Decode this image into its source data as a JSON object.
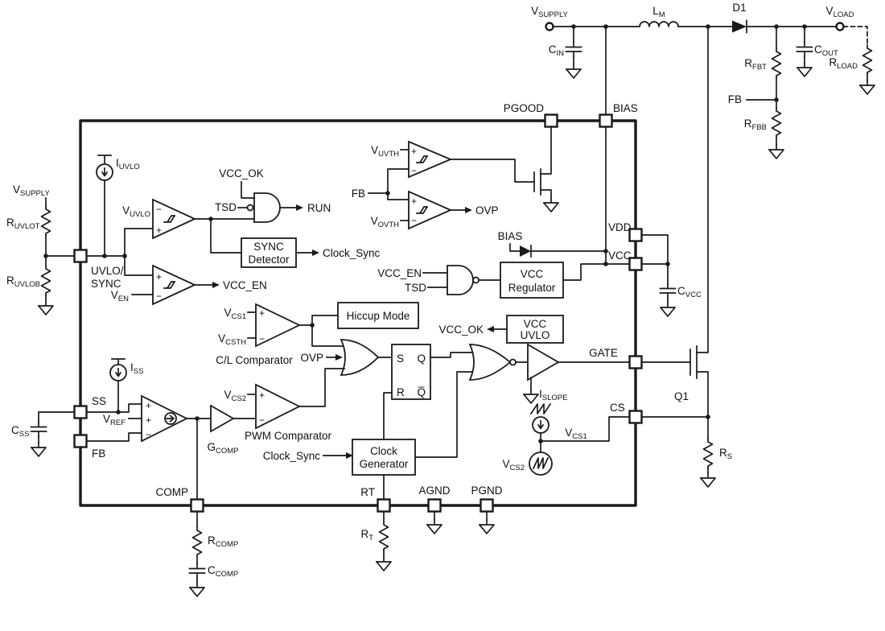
{
  "colors": {
    "line": "#1a1a1a",
    "background": "#ffffff"
  },
  "external": {
    "vsupply_top": {
      "t": "V",
      "s": "SUPPLY"
    },
    "lm": {
      "t": "L",
      "s": "M"
    },
    "d1": {
      "t": "D1"
    },
    "vload": {
      "t": "V",
      "s": "LOAD"
    },
    "cin": {
      "t": "C",
      "s": "IN"
    },
    "cout": {
      "t": "C",
      "s": "OUT"
    },
    "rfbt": {
      "t": "R",
      "s": "FBT"
    },
    "fb_node": {
      "t": "FB"
    },
    "rfbb": {
      "t": "R",
      "s": "FBB"
    },
    "rload": {
      "t": "R",
      "s": "LOAD"
    },
    "vsupply_left": {
      "t": "V",
      "s": "SUPPLY"
    },
    "ruvlot": {
      "t": "R",
      "s": "UVLOT"
    },
    "ruvlob": {
      "t": "R",
      "s": "UVLOB"
    },
    "css": {
      "t": "C",
      "s": "SS"
    },
    "rcomp": {
      "t": "R",
      "s": "COMP"
    },
    "ccomp": {
      "t": "C",
      "s": "COMP"
    },
    "rt_res": {
      "t": "R",
      "s": "T"
    },
    "cvcc": {
      "t": "C",
      "s": "VCC"
    },
    "q1": {
      "t": "Q1"
    },
    "rs": {
      "t": "R",
      "s": "S"
    }
  },
  "pins": {
    "pgood": {
      "t": "PGOOD"
    },
    "bias": {
      "t": "BIAS"
    },
    "uvlo_l1": {
      "t": "UVLO/"
    },
    "uvlo_l2": {
      "t": "SYNC"
    },
    "ss": {
      "t": "SS"
    },
    "fb": {
      "t": "FB"
    },
    "comp": {
      "t": "COMP"
    },
    "rt": {
      "t": "RT"
    },
    "agnd": {
      "t": "AGND"
    },
    "pgnd": {
      "t": "PGND"
    },
    "vdd": {
      "t": "VDD"
    },
    "vcc": {
      "t": "VCC"
    },
    "gate": {
      "t": "GATE"
    },
    "cs": {
      "t": "CS"
    }
  },
  "internal": {
    "iuvlo": {
      "t": "I",
      "s": "UVLO"
    },
    "vuvlo": {
      "t": "V",
      "s": "UVLO"
    },
    "vcc_ok_top": {
      "t": "VCC_OK"
    },
    "tsd_top": {
      "t": "TSD"
    },
    "run": {
      "t": "RUN"
    },
    "clock_sync_out": {
      "t": "Clock_Sync"
    },
    "ven": {
      "t": "V",
      "s": "EN"
    },
    "vcc_en_out": {
      "t": "VCC_EN"
    },
    "vuvth": {
      "t": "V",
      "s": "UVTH"
    },
    "fb_cmp": {
      "t": "FB"
    },
    "vovth": {
      "t": "V",
      "s": "OVTH"
    },
    "ovp_out": {
      "t": "OVP"
    },
    "bias_rail": {
      "t": "BIAS"
    },
    "vcc_en_in": {
      "t": "VCC_EN"
    },
    "tsd_in": {
      "t": "TSD"
    },
    "vcc_ok_in": {
      "t": "VCC_OK"
    },
    "vcs1_cmp": {
      "t": "V",
      "s": "CS1"
    },
    "vcsth": {
      "t": "V",
      "s": "CSTH"
    },
    "cl_comparator": {
      "t": "C/L Comparator"
    },
    "ovp_in": {
      "t": "OVP"
    },
    "vcs2_cmp": {
      "t": "V",
      "s": "CS2"
    },
    "pwm_comparator": {
      "t": "PWM Comparator"
    },
    "iss": {
      "t": "I",
      "s": "SS"
    },
    "vref": {
      "t": "V",
      "s": "REF"
    },
    "gcomp": {
      "t": "G",
      "s": "COMP"
    },
    "clock_sync_in": {
      "t": "Clock_Sync"
    },
    "islope": {
      "t": "I",
      "s": "SLOPE"
    },
    "vcs1_node": {
      "t": "V",
      "s": "CS1"
    },
    "vcs2_node": {
      "t": "V",
      "s": "CS2"
    }
  },
  "blocks": {
    "sync_detector": {
      "l1": "SYNC",
      "l2": "Detector"
    },
    "hiccup": {
      "l1": "Hiccup Mode"
    },
    "vcc_regulator": {
      "l1": "VCC",
      "l2": "Regulator"
    },
    "vcc_uvlo": {
      "l1": "VCC",
      "l2": "UVLO"
    },
    "clock_generator": {
      "l1": "Clock",
      "l2": "Generator"
    }
  },
  "latch": {
    "s": "S",
    "q": "Q",
    "r": "R",
    "qbar": "Q̅"
  },
  "signs": {
    "plus": "+",
    "minus": "−"
  }
}
